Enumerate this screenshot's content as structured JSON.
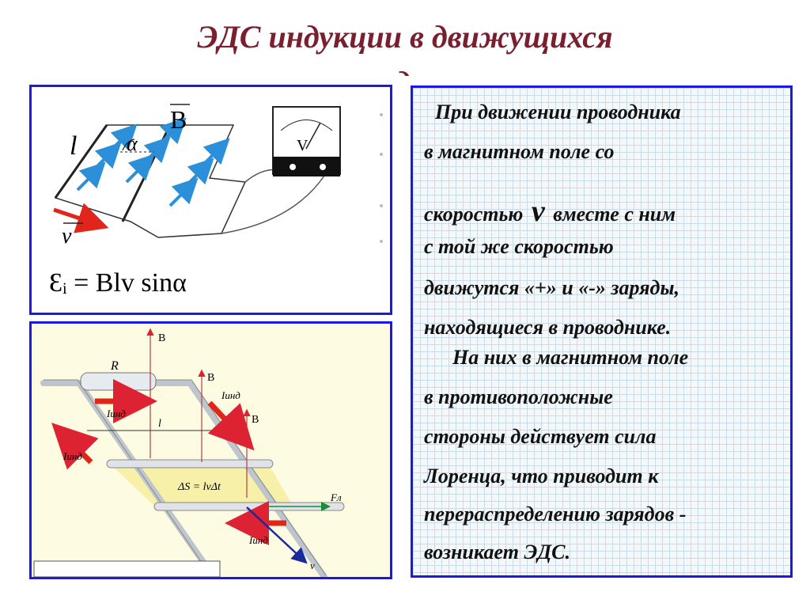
{
  "title": {
    "line1": "ЭДС индукции в движущихся",
    "line2": "проводниках"
  },
  "figure_top": {
    "label_l": "l",
    "label_alpha": "α",
    "label_B": "B",
    "label_v": "v",
    "meter_label": "V",
    "formula": "Ɛᵢ = Blv sinα"
  },
  "figure_bottom": {
    "label_R": "R",
    "label_B1": "B",
    "label_B2": "B",
    "label_B3": "B",
    "label_I1": "Iинд",
    "label_I2": "Iинд",
    "label_I3": "Iинд",
    "label_I4": "Iинд",
    "label_l": "l",
    "label_dS": "ΔS = lvΔt",
    "label_F": "Fл",
    "label_v": "v"
  },
  "text_panel": {
    "lines": [
      "При движении проводника",
      "в магнитном поле со",
      "скоростью",
      "вместе с ним",
      "с той же скоростью",
      "движутся «+» и «-» заряды,",
      "находящиеся в проводнике.",
      "На них в магнитном поле",
      "в противоположные",
      "стороны действует сила",
      "Лоренца, что приводит к",
      "перераспределению зарядов -",
      "возникает ЭДС."
    ],
    "velocity_symbol": "v"
  },
  "colors": {
    "title": "#7a1f2e",
    "frame": "#1a1ae6",
    "field_arrow": "#2b90d9",
    "current_arrow": "#e0261b"
  }
}
